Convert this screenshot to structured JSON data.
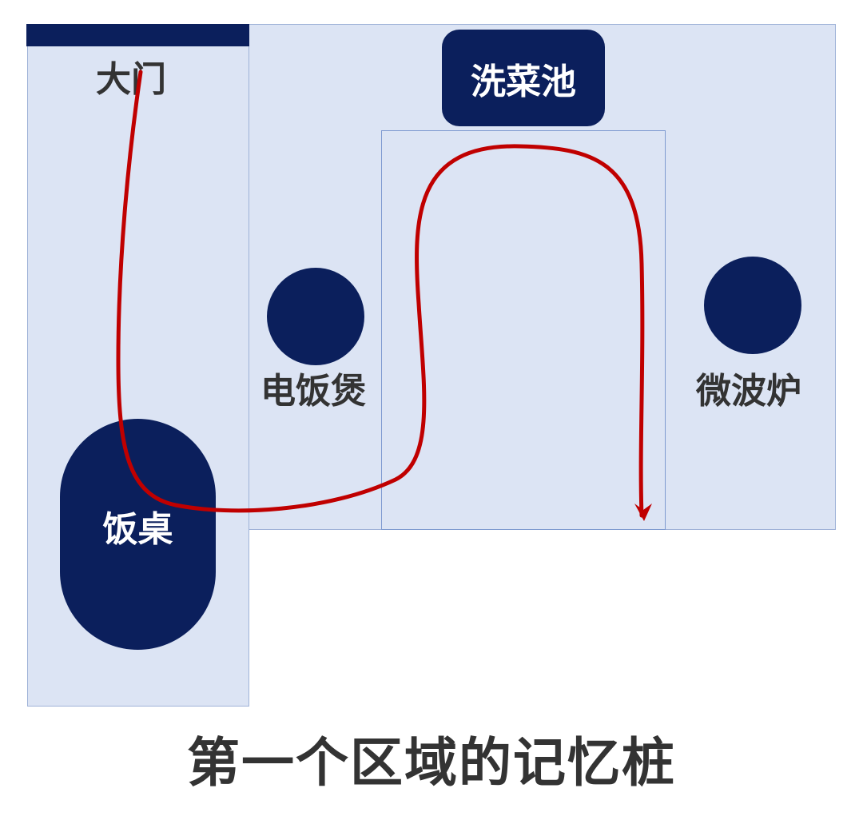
{
  "colors": {
    "navy": "#0b1f5c",
    "room_fill": "#dce4f4",
    "room_stroke": "#9fb2d8",
    "lane_stroke": "#7e9ad0",
    "route": "#c00000",
    "label": "#333333"
  },
  "labels": {
    "door": "大门",
    "sink": "洗菜池",
    "rice_cooker": "电饭煲",
    "microwave": "微波炉",
    "dining_table": "饭桌"
  },
  "caption": "第一个区域的记忆桩"
}
